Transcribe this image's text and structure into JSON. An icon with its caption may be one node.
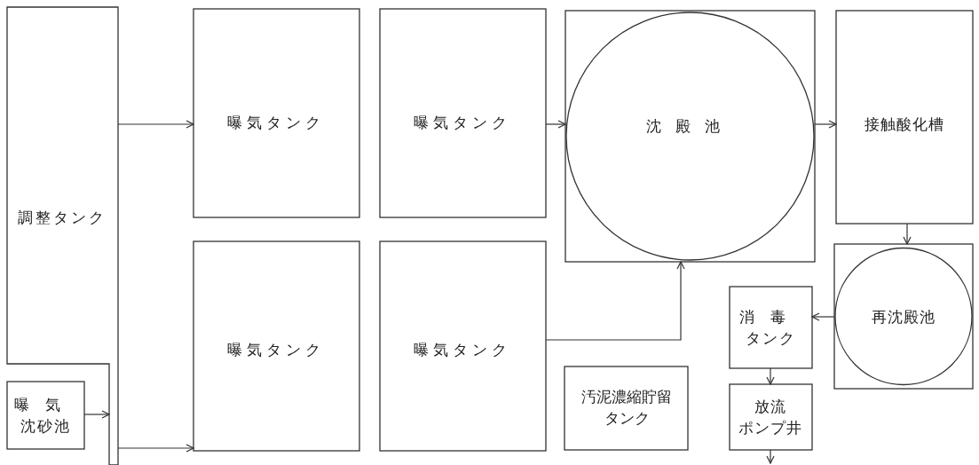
{
  "diagram": {
    "nodes": [
      {
        "text": [
          "調整タンク"
        ]
      },
      {
        "text": [
          "曝気沈砂池"
        ]
      },
      {
        "text": [
          "曝気タンク"
        ]
      },
      {
        "text": [
          "曝気タンク"
        ]
      },
      {
        "text": [
          "曝気タンク"
        ]
      },
      {
        "text": [
          "曝気タンク"
        ]
      },
      {
        "text": [
          "沈殿池"
        ]
      },
      {
        "text": [
          "接触酸化槽"
        ]
      },
      {
        "text": [
          "再沈殿池"
        ]
      },
      {
        "text": [
          "消毒タンク"
        ]
      },
      {
        "text": [
          "放流ポンプ井"
        ]
      },
      {
        "text": [
          "汚泥濃縮貯留タンク"
        ]
      }
    ],
    "edges": [
      {
        "from": 1,
        "to": 0,
        "arrow": "to"
      },
      {
        "from": 0,
        "to": 2,
        "arrow": "to"
      },
      {
        "from": 0,
        "to": 4,
        "arrow": "to"
      },
      {
        "from": 3,
        "to": 6,
        "arrow": "to"
      },
      {
        "from": 5,
        "to": 6,
        "arrow": "to"
      },
      {
        "from": 6,
        "to": 7,
        "arrow": "to"
      },
      {
        "from": 7,
        "to": 8,
        "arrow": "to"
      },
      {
        "from": 8,
        "to": 9,
        "arrow": "to"
      },
      {
        "from": 9,
        "to": 10,
        "arrow": "to"
      },
      {
        "from": 10,
        "to": null,
        "arrow": "to"
      }
    ]
  }
}
